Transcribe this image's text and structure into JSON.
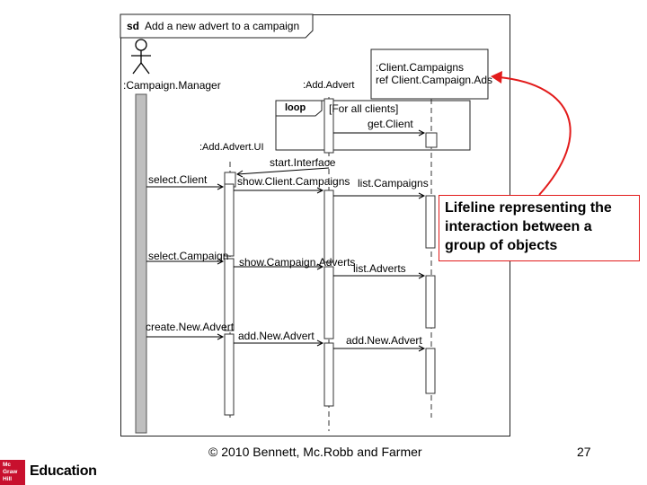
{
  "frame": {
    "keyword": "sd",
    "title": "Add a new advert to a campaign"
  },
  "lifelines": {
    "campaign_manager": ":Campaign.Manager",
    "add_advert": ":Add.Advert",
    "add_advert_ui": ":Add.Advert.UI",
    "client_campaigns_line1": ":Client.Campaigns",
    "client_campaigns_line2": "ref Client.Campaign.Ads"
  },
  "fragment": {
    "operator": "loop",
    "guard": "[For all clients]"
  },
  "messages": {
    "get_client": "get.Client",
    "start_interface": "start.Interface",
    "select_client": "select.Client",
    "show_client_campaigns": "show.Client.Campaigns",
    "list_campaigns": "list.Campaigns",
    "select_campaign": "select.Campaign",
    "show_campaign_adverts": "show.Campaign.Adverts",
    "list_adverts": "list.Adverts",
    "create_new_advert": "create.New.Advert",
    "add_new_advert_1": "add.New.Advert",
    "add_new_advert_2": "add.New.Advert"
  },
  "callout": {
    "text": "Lifeline representing the interaction between a group of objects",
    "color": "#e21b1b"
  },
  "footer": {
    "copyright": "© 2010 Bennett, Mc.Robb and Farmer",
    "page_number": "27"
  },
  "logo": {
    "mark": "Mc Graw Hill",
    "text": "Education",
    "color": "#c8102e"
  }
}
